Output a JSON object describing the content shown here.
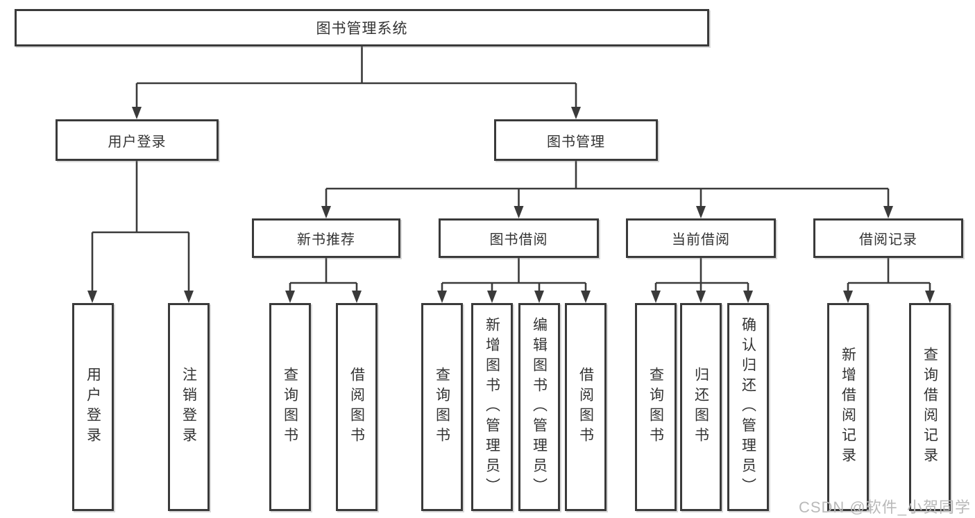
{
  "title": "图书管理系统",
  "tree": {
    "label": "图书管理系统",
    "children": [
      {
        "label": "用户登录",
        "children": [
          {
            "label": "用户登录"
          },
          {
            "label": "注销登录"
          }
        ]
      },
      {
        "label": "图书管理",
        "children": [
          {
            "label": "新书推荐",
            "children": [
              {
                "label": "查询图书"
              },
              {
                "label": "借阅图书"
              }
            ]
          },
          {
            "label": "图书借阅",
            "children": [
              {
                "label": "查询图书"
              },
              {
                "label": "新增图书（管理员）"
              },
              {
                "label": "编辑图书（管理员）"
              },
              {
                "label": "借阅图书"
              }
            ]
          },
          {
            "label": "当前借阅",
            "children": [
              {
                "label": "查询图书"
              },
              {
                "label": "归还图书"
              },
              {
                "label": "确认归还（管理员）"
              }
            ]
          },
          {
            "label": "借阅记录",
            "children": [
              {
                "label": "新增借阅记录"
              },
              {
                "label": "查询借阅记录"
              }
            ]
          }
        ]
      }
    ]
  },
  "watermark": "CSDN @软件_小贺同学",
  "colors": {
    "line": "#3a3a3a",
    "text": "#333333",
    "watermark": "#b9b9b9",
    "background": "#ffffff"
  }
}
